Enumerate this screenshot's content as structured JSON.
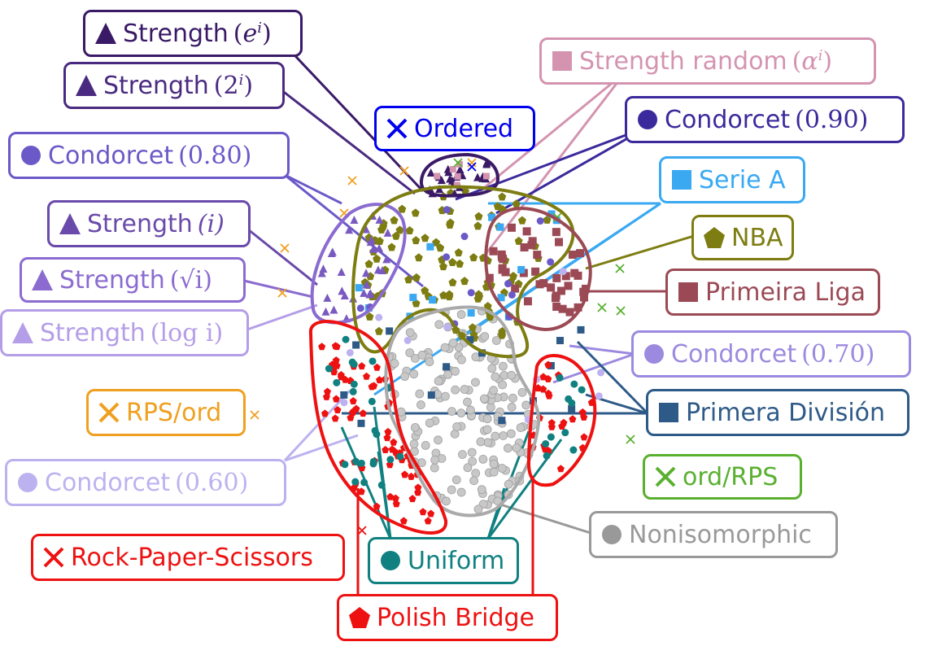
{
  "labels": {
    "strength_ei": {
      "text": "Strength",
      "math_open": "(",
      "math_var": "e",
      "math_sup": "i",
      "math_close": ")",
      "color": "#3a1a66",
      "icon": "triangle-icon"
    },
    "strength_2i": {
      "text": "Strength",
      "math_open": "(",
      "math_var": "2",
      "math_sup": "i",
      "math_close": ")",
      "color": "#4a2a80",
      "icon": "triangle-icon"
    },
    "strength_random": {
      "text": "Strength random",
      "math_open": "(",
      "math_var": "α",
      "math_sup": "i",
      "math_close": ")",
      "color": "#d494b0",
      "icon": "square-icon"
    },
    "ordered": {
      "text": "Ordered",
      "color": "#0000ee",
      "icon": "cross-icon"
    },
    "condorcet_090": {
      "text": "Condorcet",
      "math": "(0.90)",
      "color": "#3b2a9c",
      "icon": "circle-icon"
    },
    "condorcet_080": {
      "text": "Condorcet",
      "math": "(0.80)",
      "color": "#6b59c8",
      "icon": "circle-icon"
    },
    "serie_a": {
      "text": "Serie A",
      "color": "#3aa9f2",
      "icon": "square-icon"
    },
    "strength_i": {
      "text": "Strength",
      "math": "(i)",
      "color": "#6a4aaa",
      "icon": "triangle-icon"
    },
    "nba": {
      "text": "NBA",
      "color": "#7d7d12",
      "icon": "pentagon-icon"
    },
    "strength_sqrt": {
      "text": "Strength",
      "math": "(√i)",
      "color": "#8b6bd0",
      "icon": "triangle-icon"
    },
    "primeira_liga": {
      "text": "Primeira Liga",
      "color": "#9b4a55",
      "icon": "square-icon"
    },
    "strength_log": {
      "text": "Strength",
      "math": "(log i)",
      "color": "#b59ee8",
      "icon": "triangle-icon"
    },
    "condorcet_070": {
      "text": "Condorcet",
      "math": "(0.70)",
      "color": "#9c8ae0",
      "icon": "circle-icon"
    },
    "rps_ord": {
      "text": "RPS/ord",
      "color": "#f0a020",
      "icon": "cross-icon"
    },
    "primera_division": {
      "text": "Primera División",
      "color": "#2e5a88",
      "icon": "square-icon"
    },
    "ord_rps": {
      "text": "ord/RPS",
      "color": "#5ab030",
      "icon": "cross-icon"
    },
    "condorcet_060": {
      "text": "Condorcet",
      "math": "(0.60)",
      "color": "#bdb2f0",
      "icon": "circle-icon"
    },
    "nonisomorphic": {
      "text": "Nonisomorphic",
      "color": "#999999",
      "icon": "circle-icon"
    },
    "rock_paper": {
      "text": "Rock-Paper-Scissors",
      "color": "#ee1111",
      "icon": "cross-icon"
    },
    "uniform": {
      "text": "Uniform",
      "color": "#118080",
      "icon": "circle-icon"
    },
    "polish_bridge": {
      "text": "Polish Bridge",
      "color": "#ee1111",
      "icon": "pentagon-icon"
    }
  }
}
